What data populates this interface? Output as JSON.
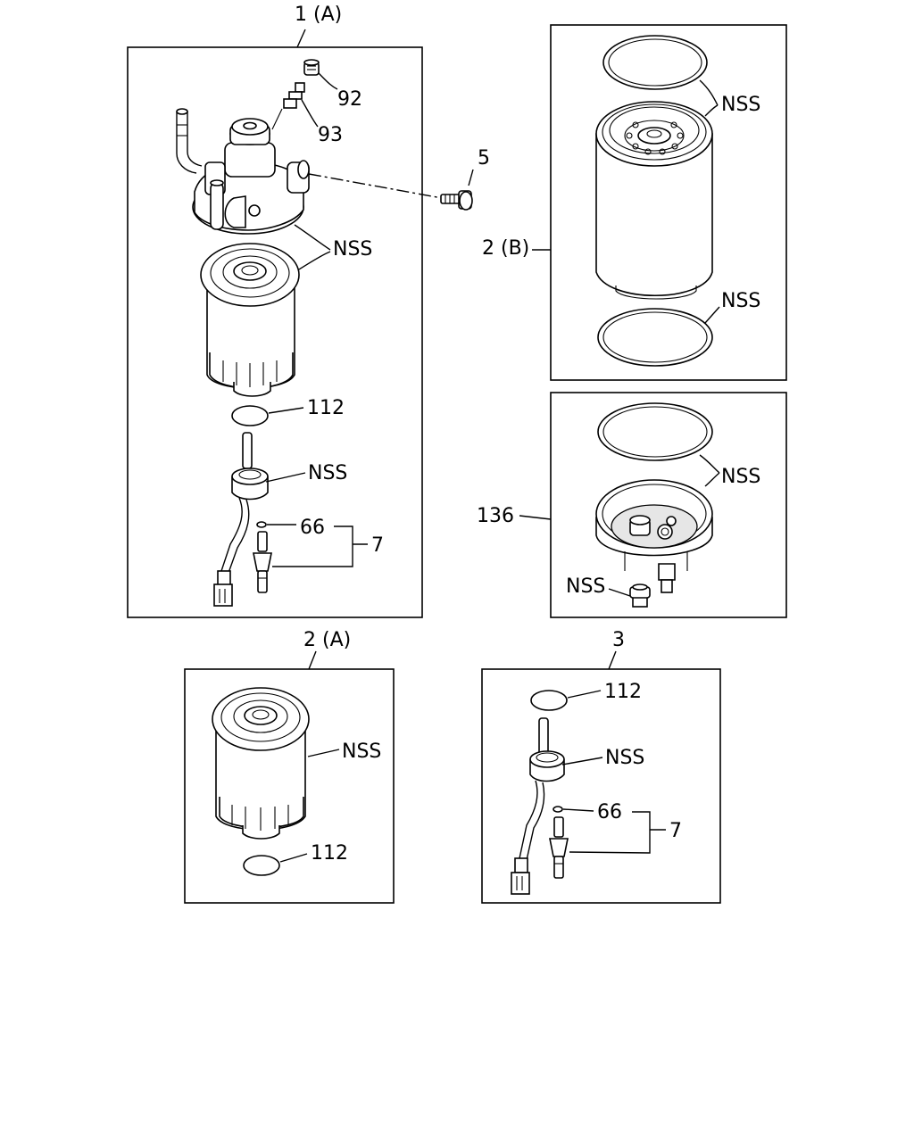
{
  "groups": {
    "g1a": {
      "label": "1 (A)"
    },
    "g2b": {
      "label": "2 (B)"
    },
    "g136": {
      "label": "136"
    },
    "g2a": {
      "label": "2 (A)"
    },
    "g3": {
      "label": "3"
    }
  },
  "callouts": {
    "c92": "92",
    "c93": "93",
    "c5": "5",
    "nss_head": "NSS",
    "c112_a": "112",
    "nss_sensor_a": "NSS",
    "c66_a": "66",
    "c7_a": "7",
    "nss_ring_top": "NSS",
    "nss_ring_bottom": "NSS",
    "nss_ring_136": "NSS",
    "nss_plug_136": "NSS",
    "nss_filter_2a": "NSS",
    "c112_2a": "112",
    "c112_3": "112",
    "nss_sensor_3": "NSS",
    "c66_3": "66",
    "c7_3": "7"
  }
}
